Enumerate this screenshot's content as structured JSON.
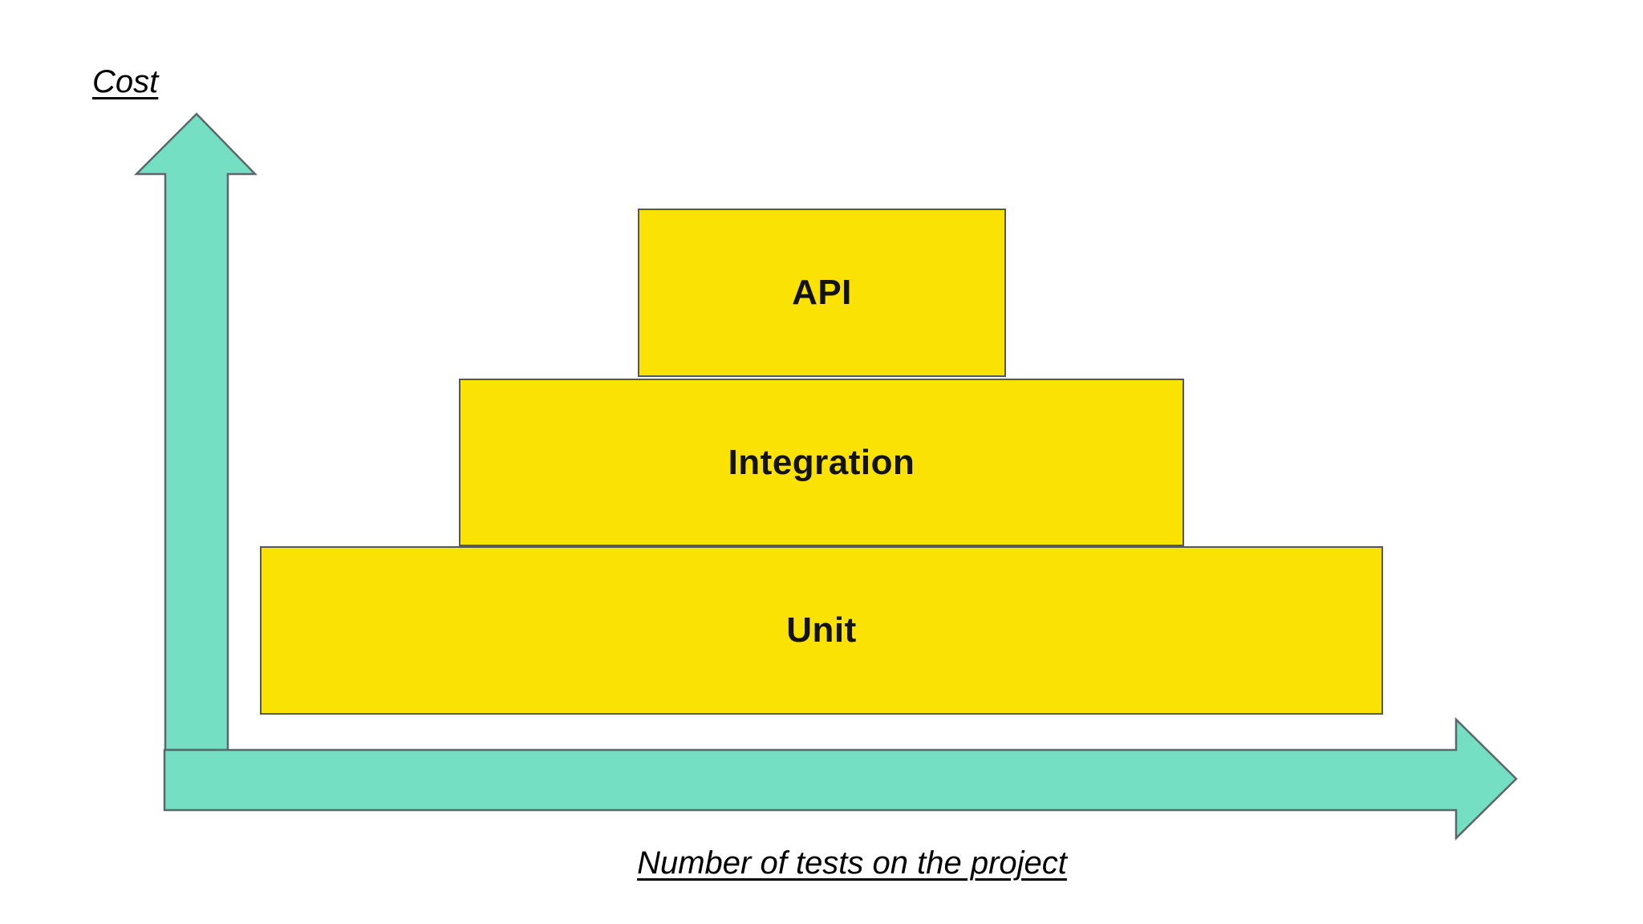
{
  "colors": {
    "background": "#ffffff",
    "axis_arrow_fill": "#75dfc3",
    "axis_arrow_border": "#5b676b",
    "level_fill": "#fbe205",
    "level_border": "#54585b",
    "label_text": "#000000",
    "level_label_text": "#131313"
  },
  "axes": {
    "y_label": "Cost",
    "x_label": "Number of tests on the project"
  },
  "pyramid": {
    "levels": [
      {
        "id": "api",
        "label": "API"
      },
      {
        "id": "integration",
        "label": "Integration"
      },
      {
        "id": "unit",
        "label": "Unit"
      }
    ]
  }
}
